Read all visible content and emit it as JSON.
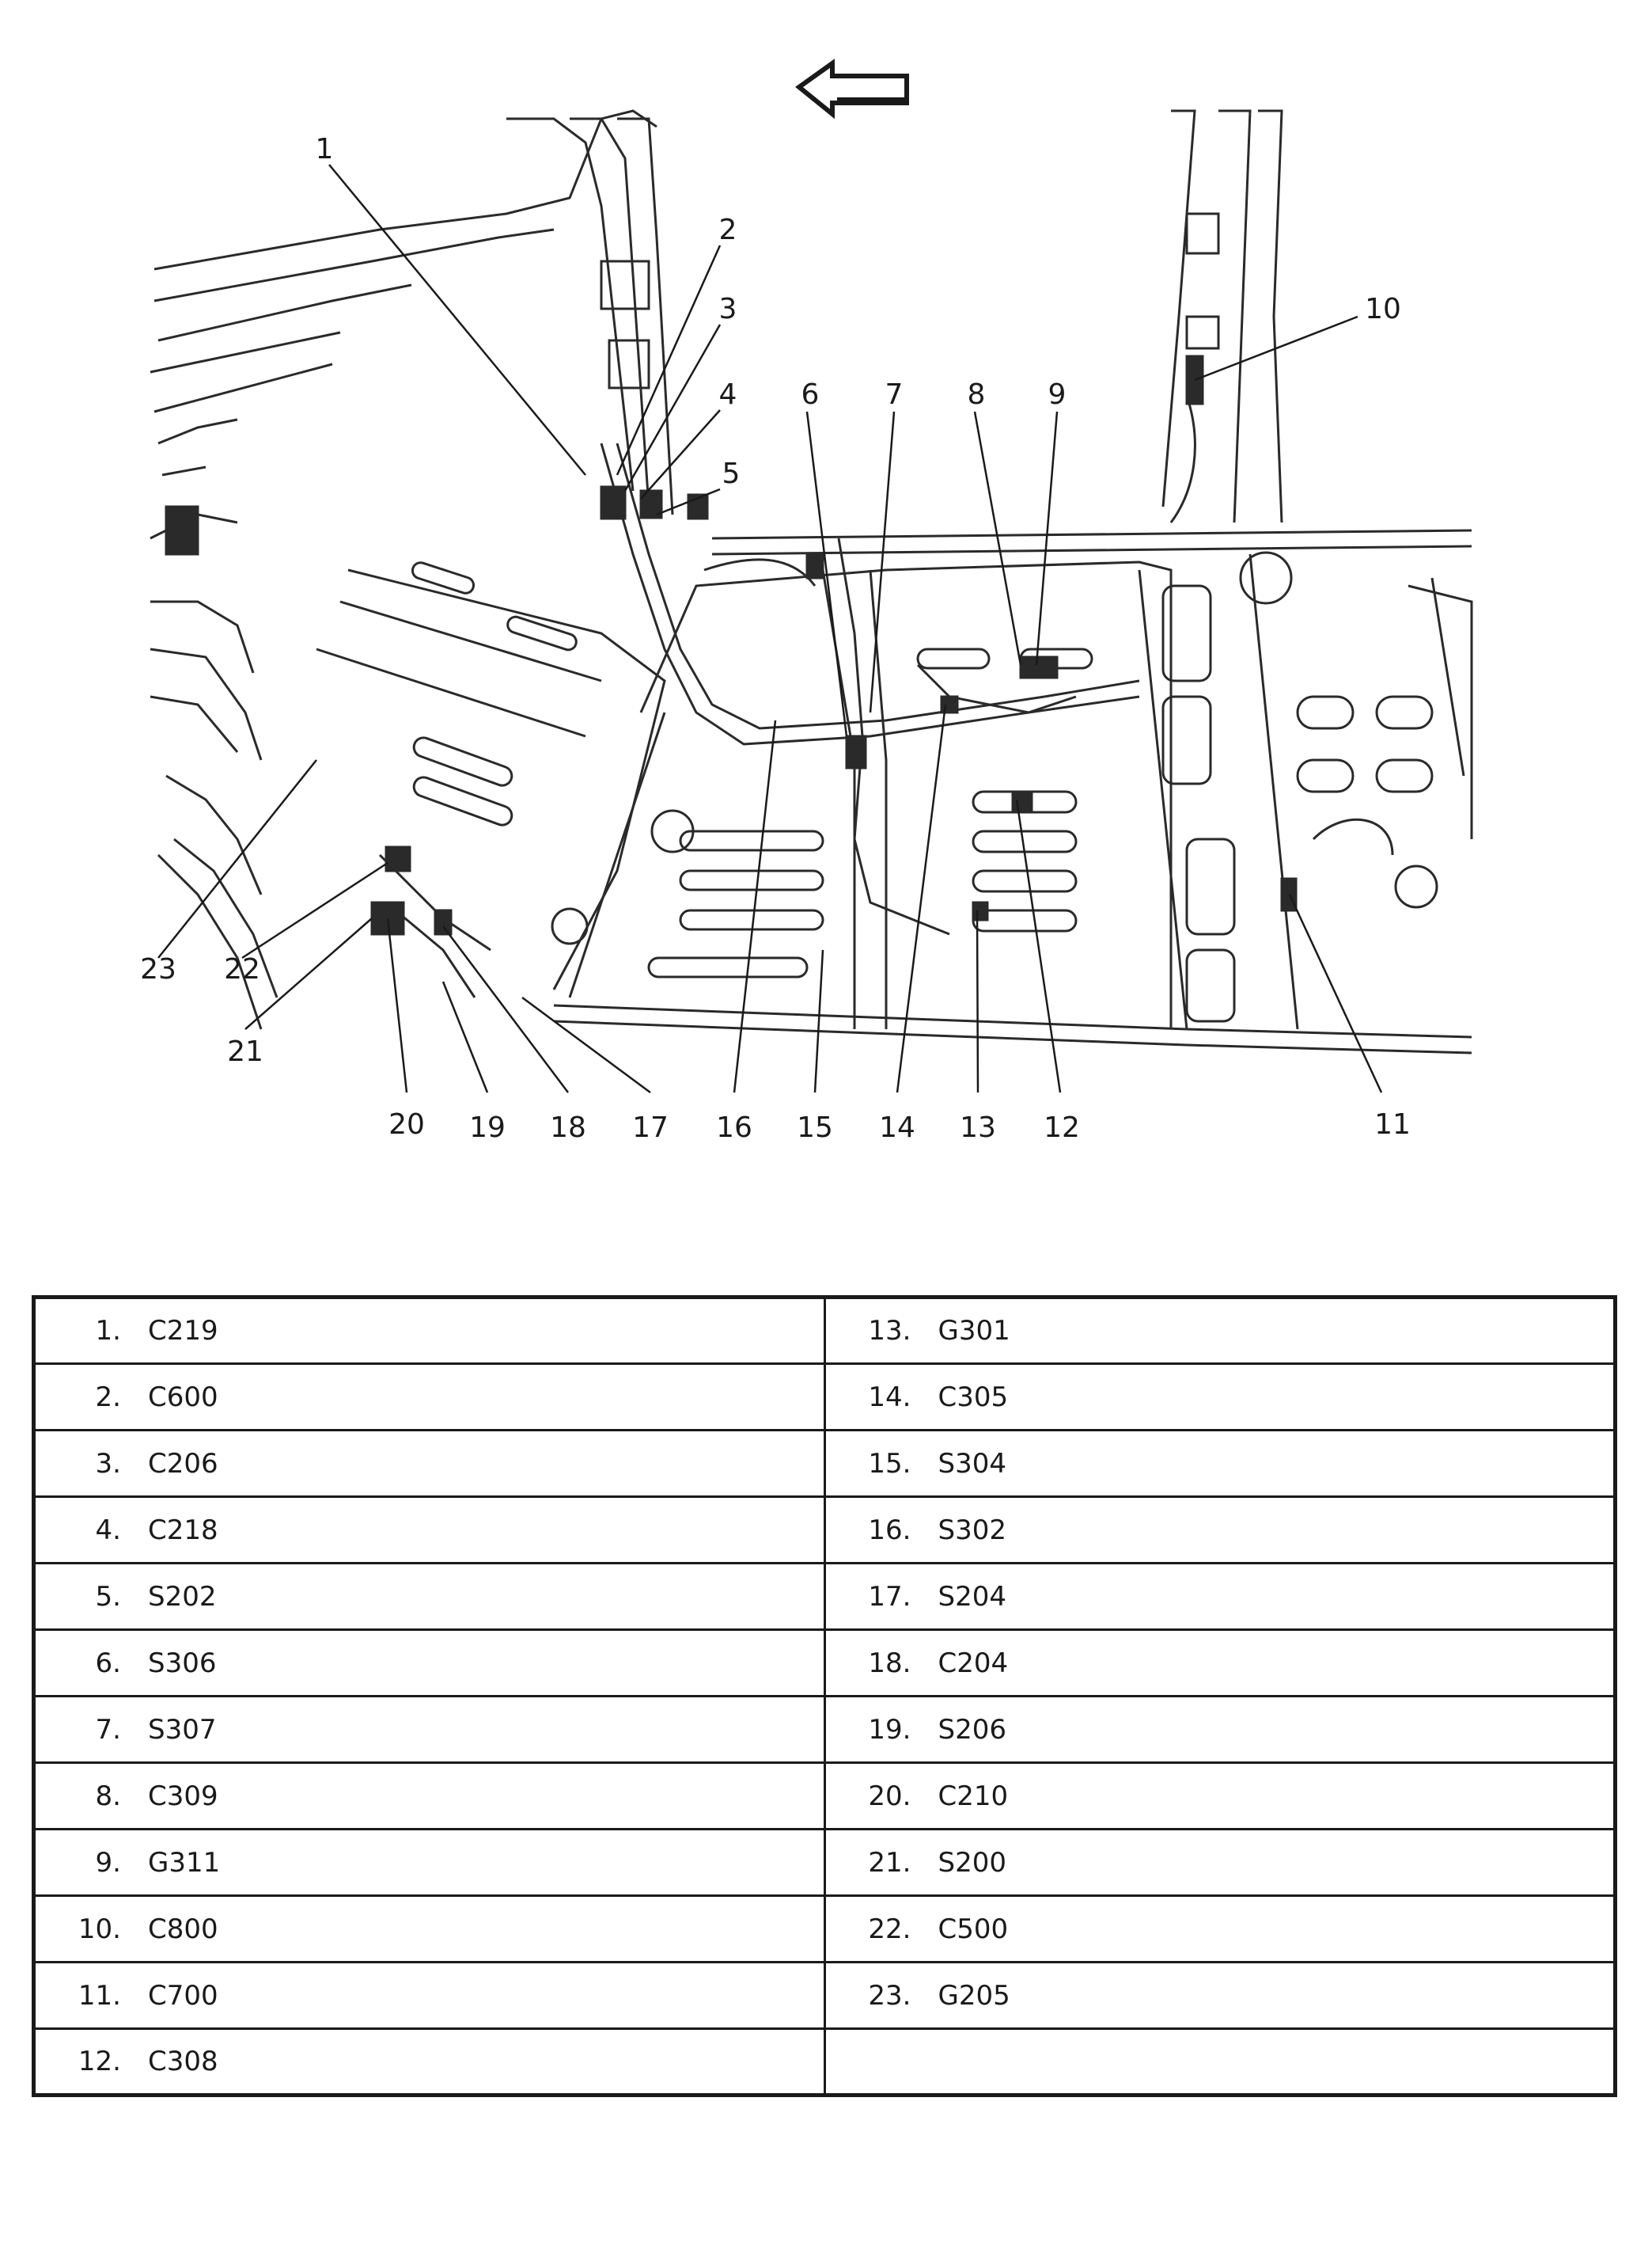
{
  "callouts": [
    "1",
    "2",
    "3",
    "4",
    "5",
    "6",
    "7",
    "8",
    "9",
    "10",
    "11",
    "12",
    "13",
    "14",
    "15",
    "16",
    "17",
    "18",
    "19",
    "20",
    "21",
    "22",
    "23"
  ],
  "legend": {
    "left": [
      {
        "num": "1.",
        "code": "C219"
      },
      {
        "num": "2.",
        "code": "C600"
      },
      {
        "num": "3.",
        "code": "C206"
      },
      {
        "num": "4.",
        "code": "C218"
      },
      {
        "num": "5.",
        "code": "S202"
      },
      {
        "num": "6.",
        "code": "S306"
      },
      {
        "num": "7.",
        "code": "S307"
      },
      {
        "num": "8.",
        "code": "C309"
      },
      {
        "num": "9.",
        "code": "G311"
      },
      {
        "num": "10.",
        "code": "C800"
      },
      {
        "num": "11.",
        "code": "C700"
      },
      {
        "num": "12.",
        "code": "C308"
      }
    ],
    "right": [
      {
        "num": "13.",
        "code": "G301"
      },
      {
        "num": "14.",
        "code": "C305"
      },
      {
        "num": "15.",
        "code": "S304"
      },
      {
        "num": "16.",
        "code": "S302"
      },
      {
        "num": "17.",
        "code": "S204"
      },
      {
        "num": "18.",
        "code": "C204"
      },
      {
        "num": "19.",
        "code": "S206"
      },
      {
        "num": "20.",
        "code": "C210"
      },
      {
        "num": "21.",
        "code": "S200"
      },
      {
        "num": "22.",
        "code": "C500"
      },
      {
        "num": "23.",
        "code": "G205"
      },
      {
        "num": "",
        "code": ""
      }
    ]
  }
}
